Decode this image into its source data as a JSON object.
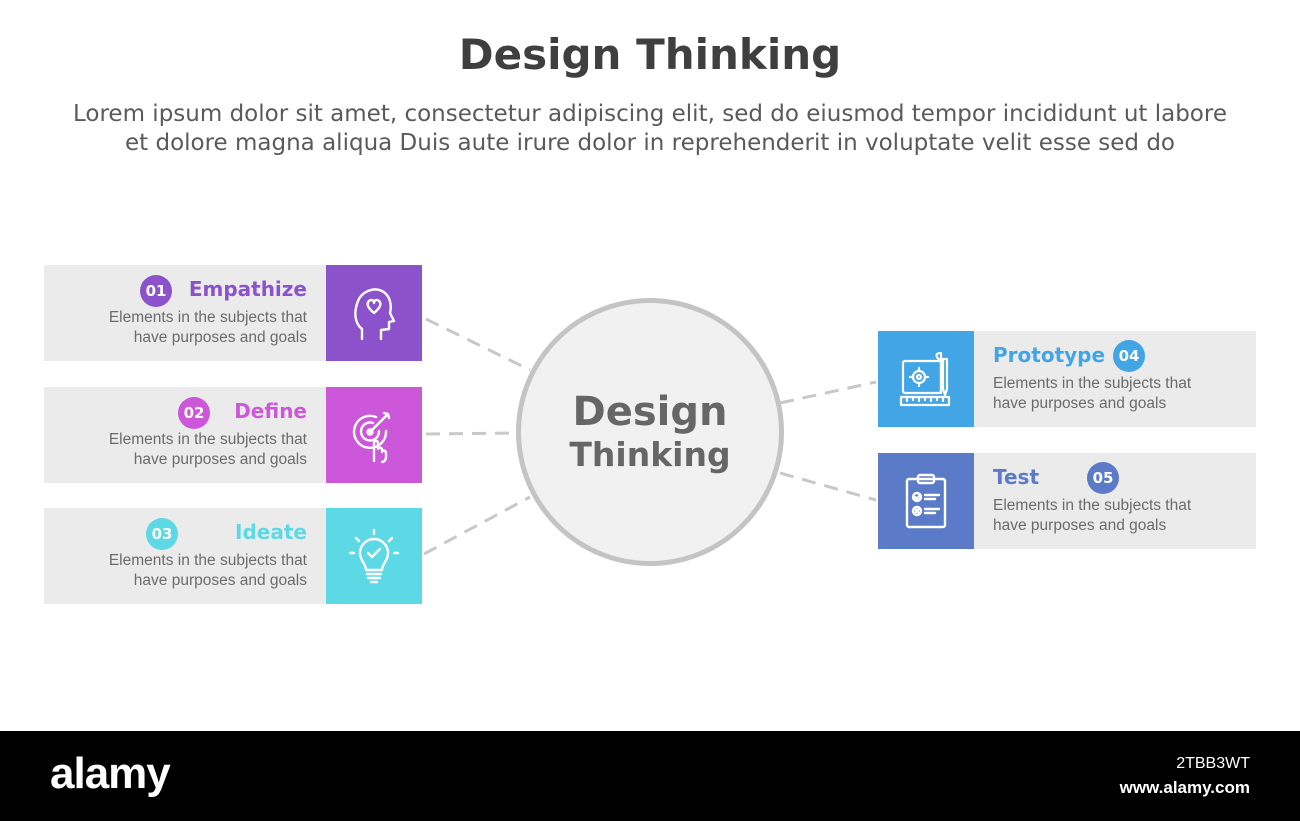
{
  "header": {
    "title": "Design Thinking",
    "subtitle_line1": "Lorem ipsum dolor sit amet, consectetur adipiscing elit, sed do eiusmod tempor incididunt ut labore",
    "subtitle_line2": "et dolore magna aliqua Duis aute irure dolor in reprehenderit in voluptate velit esse sed do"
  },
  "center": {
    "line1": "Design",
    "line2": "Thinking"
  },
  "steps": [
    {
      "num": "01",
      "label": "Empathize",
      "desc_line1": "Elements in the subjects that",
      "desc_line2": "have purposes and goals",
      "color": "#8c52cc",
      "icon": "head-heart-icon"
    },
    {
      "num": "02",
      "label": "Define",
      "desc_line1": "Elements in the subjects that",
      "desc_line2": "have purposes and goals",
      "color": "#cc58d9",
      "icon": "target-hand-icon"
    },
    {
      "num": "03",
      "label": "Ideate",
      "desc_line1": "Elements in the subjects that",
      "desc_line2": "have purposes and goals",
      "color": "#5dd9e6",
      "icon": "lightbulb-icon"
    },
    {
      "num": "04",
      "label": "Prototype",
      "desc_line1": "Elements in the subjects that",
      "desc_line2": "have purposes and goals",
      "color": "#42a5e6",
      "icon": "blueprint-icon"
    },
    {
      "num": "05",
      "label": "Test",
      "desc_line1": "Elements in the subjects that",
      "desc_line2": "have purposes and goals",
      "color": "#5b7bc9",
      "icon": "clipboard-check-icon"
    }
  ],
  "footer": {
    "logo": "alamy",
    "image_code": "2TBB3WT",
    "url": "www.alamy.com"
  }
}
